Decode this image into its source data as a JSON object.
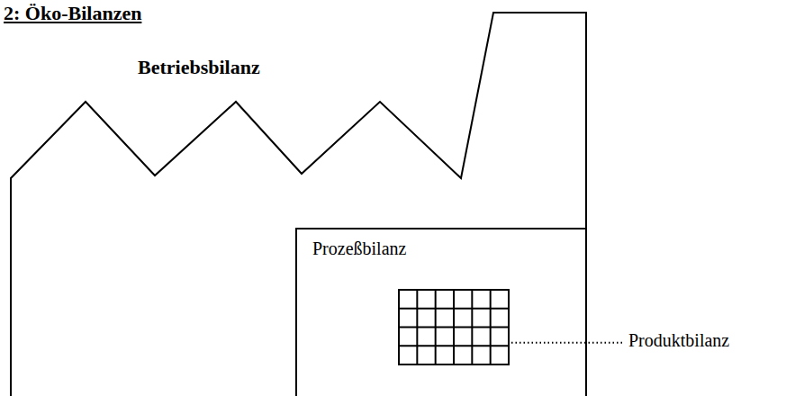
{
  "diagram": {
    "title": "2: Öko-Bilanzen",
    "nodes": [
      {
        "text": [
          "Betriebsbilanz"
        ]
      },
      {
        "text": [
          "Prozeßbilanz"
        ],
        "in": 0
      }
    ],
    "labels": [
      "Produktbilanz"
    ]
  }
}
